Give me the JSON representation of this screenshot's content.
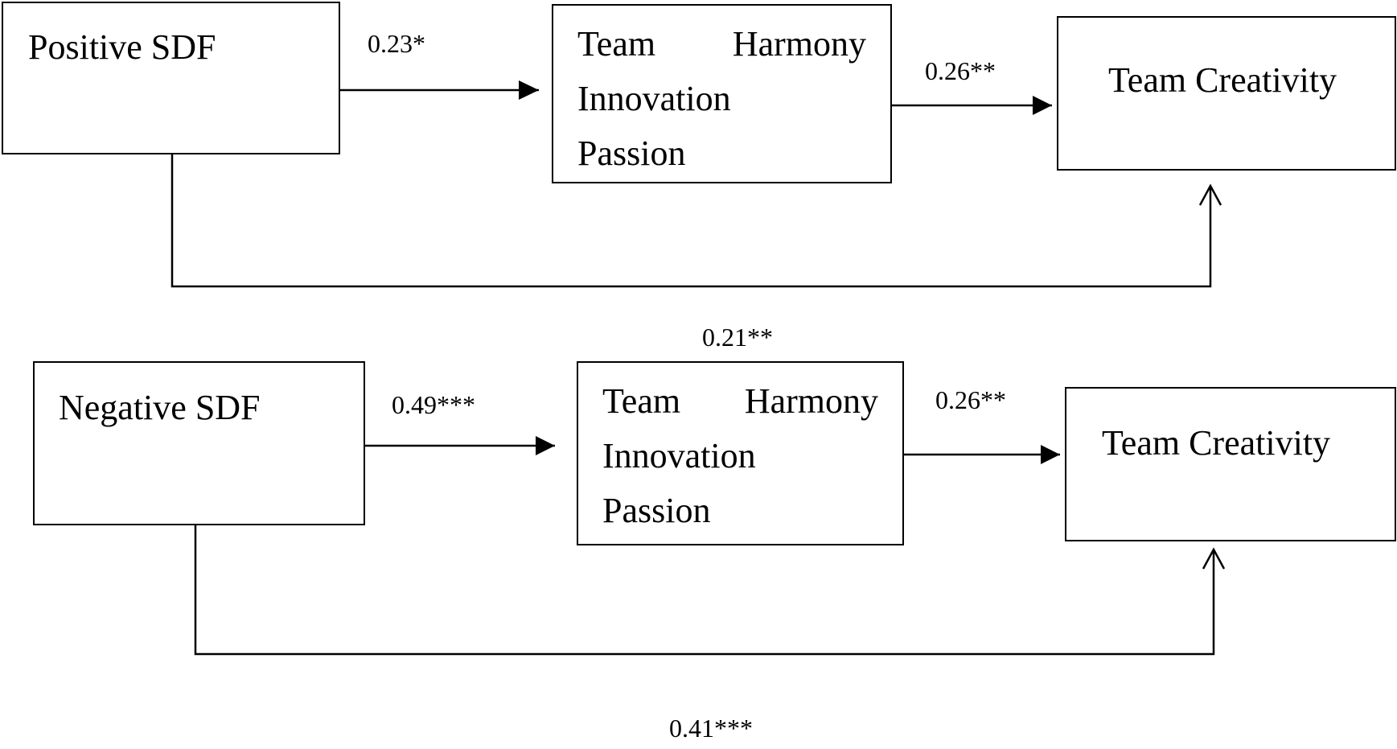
{
  "colors": {
    "stroke": "#000000",
    "background": "#ffffff"
  },
  "top_model": {
    "predictor_label": "Positive SDF",
    "mediator_lines": [
      [
        "Team",
        "Harmony"
      ],
      [
        "Innovation"
      ],
      [
        "Passion"
      ]
    ],
    "outcome_label": "Team Creativity",
    "path_a": "0.23*",
    "path_b": "0.26**",
    "path_c": "0.21**"
  },
  "bottom_model": {
    "predictor_label": "Negative SDF",
    "mediator_lines": [
      [
        "Team",
        "Harmony"
      ],
      [
        "Innovation"
      ],
      [
        "Passion"
      ]
    ],
    "outcome_label": "Team Creativity",
    "path_a": "0.49***",
    "path_b": "0.26**",
    "path_c": "0.41***"
  }
}
